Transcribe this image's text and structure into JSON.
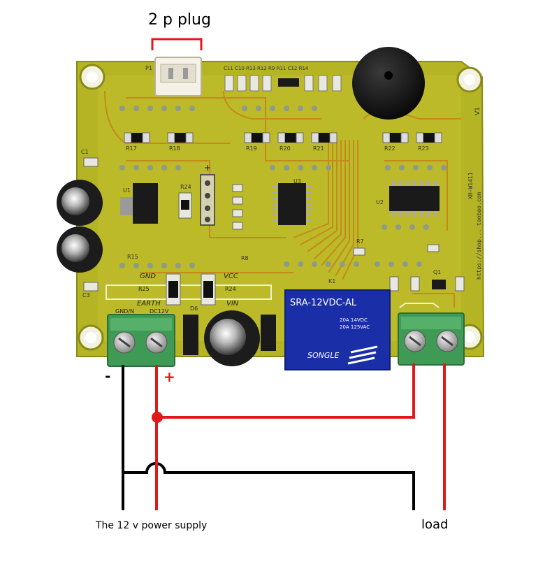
{
  "labels": {
    "plug": "2 p plug",
    "minus": "-",
    "plus": "+",
    "power_supply": "The 12 v power supply",
    "load": "load"
  },
  "board": {
    "silkscreen": {
      "gnd": "GND",
      "vcc": "VCC",
      "earth": "EARTH",
      "vin": "VIN",
      "gnd_n": "GND/N",
      "dc12v": "DC12V",
      "model": "XH-W1411",
      "url": "https://shop... taobao.com",
      "version": "V1",
      "u1": "U1",
      "u2": "U2",
      "u3": "U3",
      "c1": "C1",
      "c3": "C3",
      "r15": "R15",
      "r17": "R17",
      "r18": "R18",
      "r19": "R19",
      "r20": "R20",
      "r21": "R21",
      "r22": "R22",
      "r23": "R23",
      "r24": "R24",
      "r25": "R25",
      "r7": "R7",
      "r8": "R8",
      "q1": "Q1",
      "d6": "D6",
      "p1": "P1",
      "k1": "K1",
      "top_row": "C11 C10 R13 R12 R9 R11 C12 R14"
    },
    "relay": {
      "model": "SRA-12VDC-AL",
      "rating_1": "20A 14VDC",
      "rating_2": "20A 125VAC",
      "brand": "SONGLE"
    }
  },
  "colors": {
    "pcb": "#b4b424",
    "pcb_trace": "#c9c630",
    "trace_orange": "#c58a1c",
    "terminal_green": "#3f9a55",
    "wire_red": "#e01818",
    "wire_black": "#000000",
    "relay_blue": "#1a2ea8"
  }
}
